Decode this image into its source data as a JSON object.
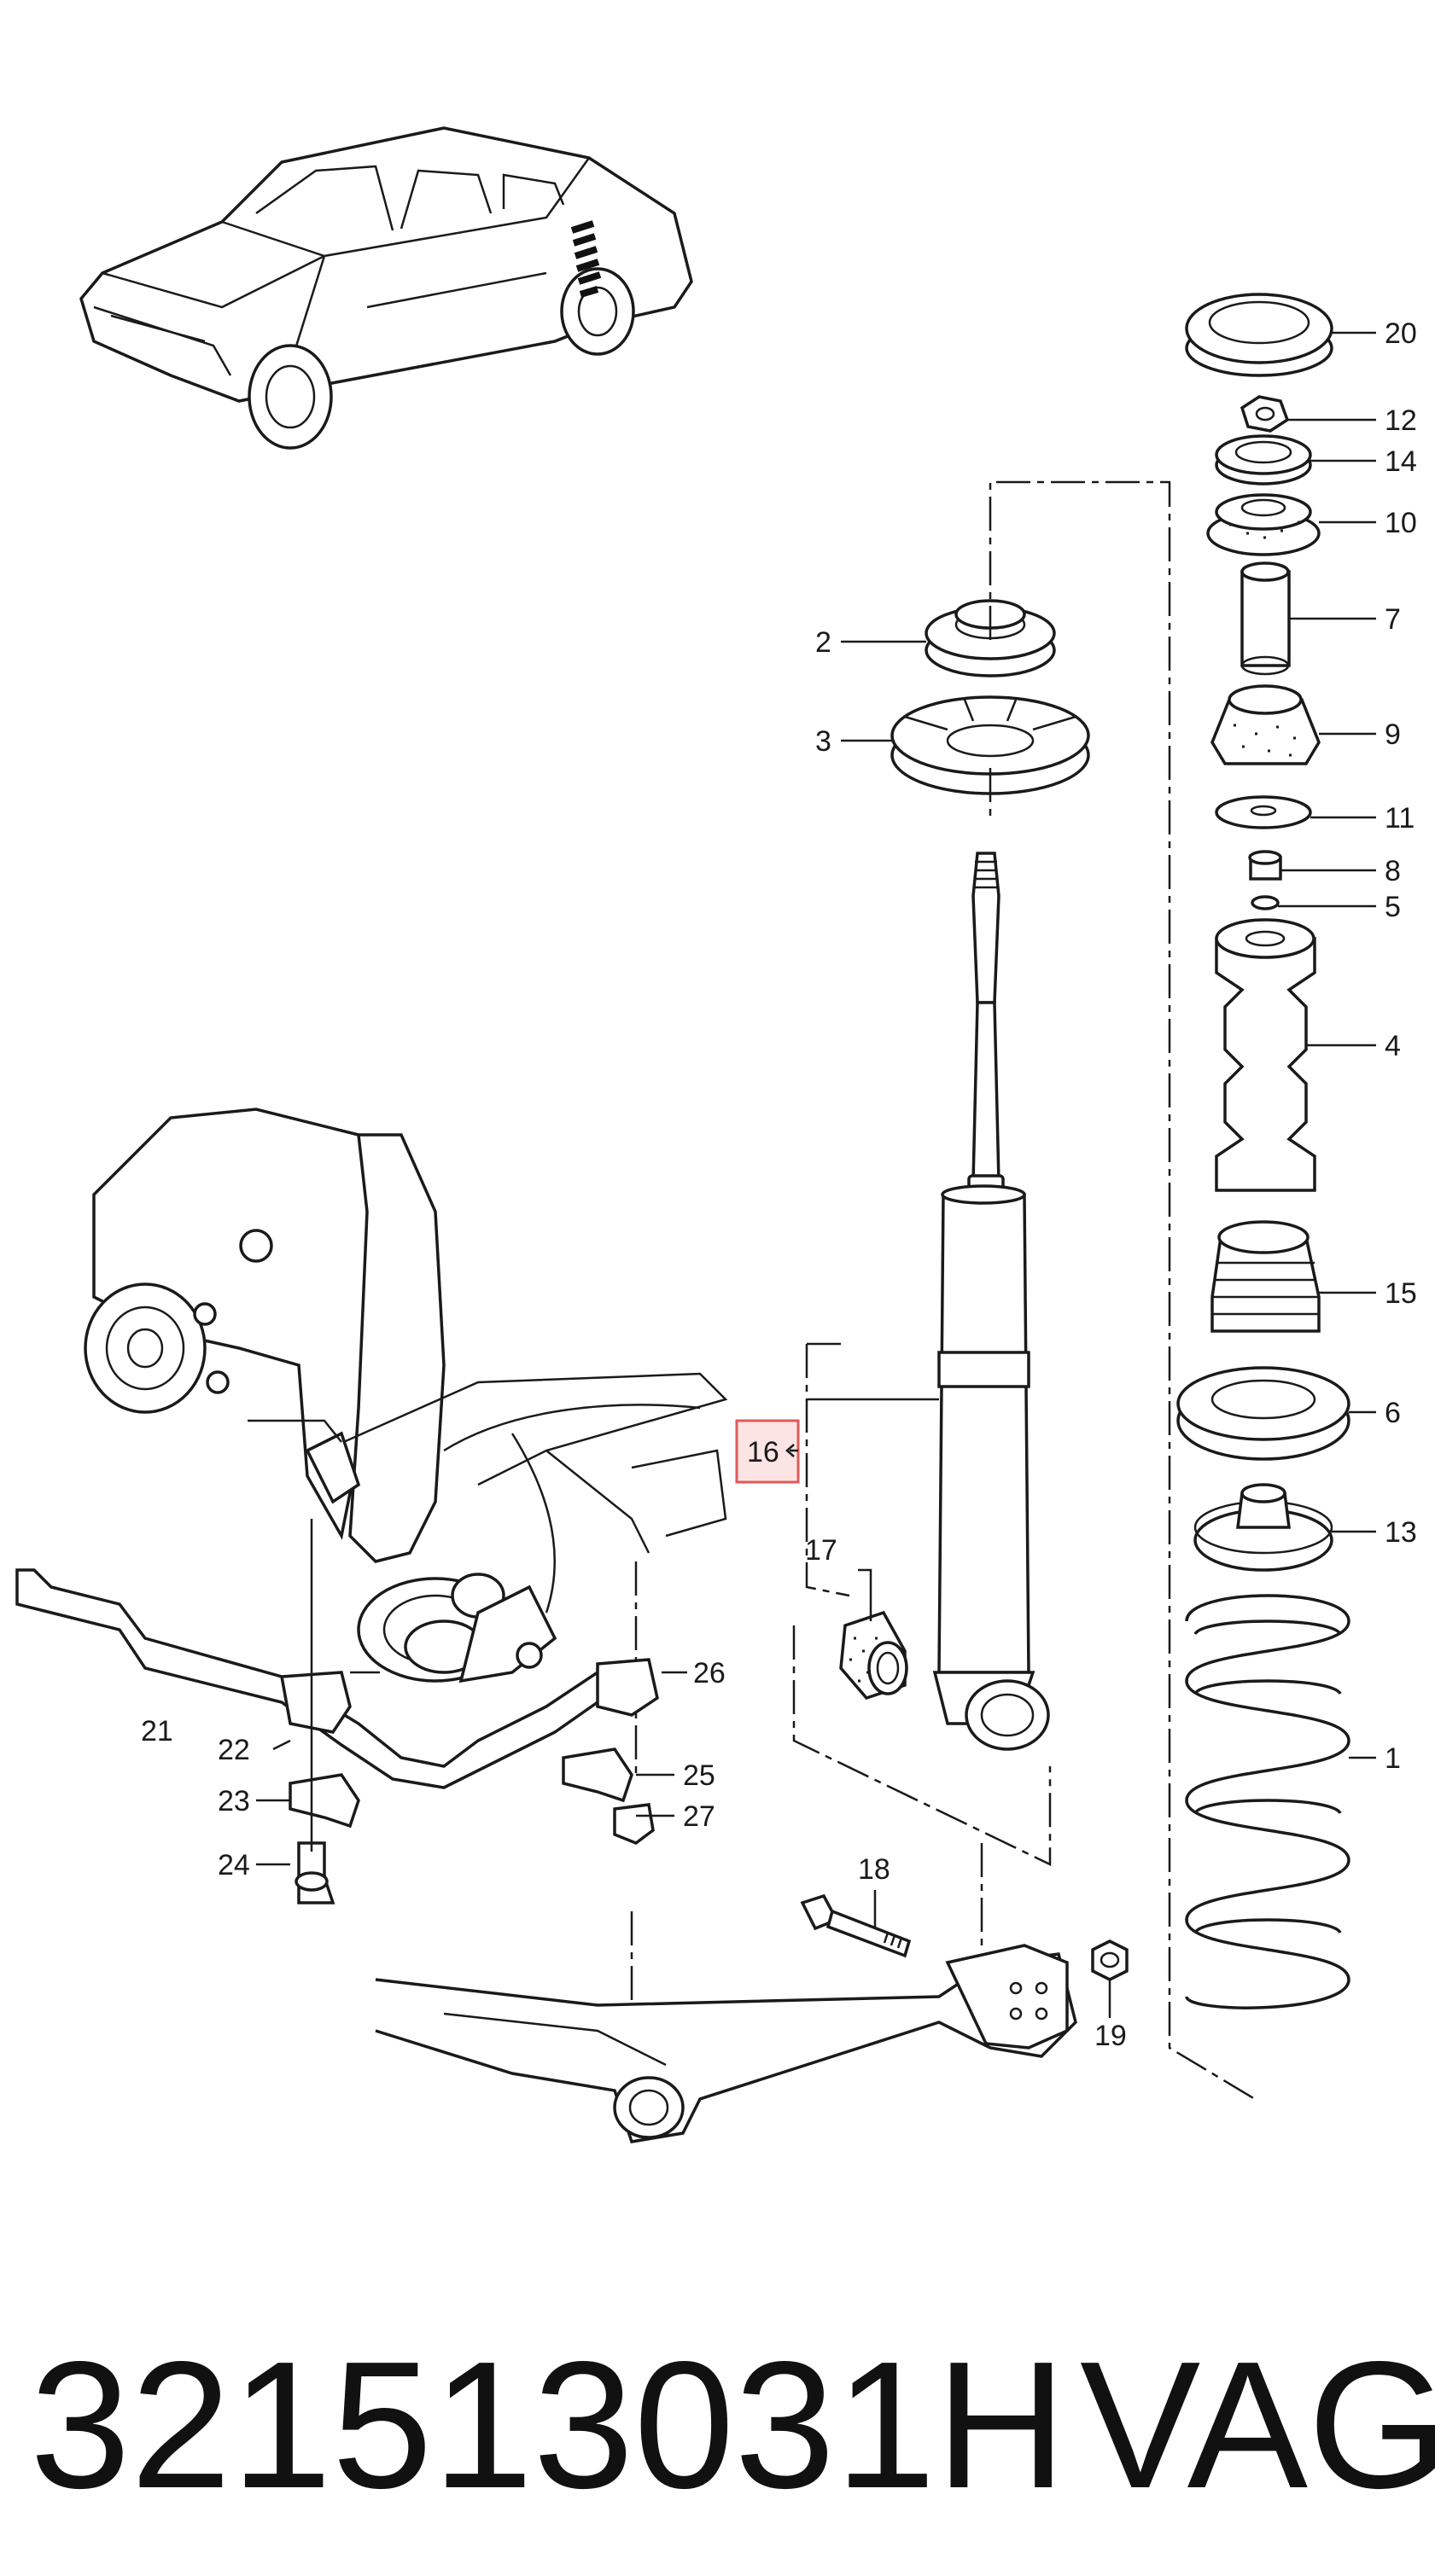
{
  "part_number": "321513031H",
  "brand": "VAG",
  "highlight_color": "#e05a5a",
  "part_labels": {
    "p1": "1",
    "p2": "2",
    "p3": "3",
    "p4": "4",
    "p5": "5",
    "p6": "6",
    "p7": "7",
    "p8": "8",
    "p9": "9",
    "p10": "10",
    "p11": "11",
    "p12": "12",
    "p13": "13",
    "p14": "14",
    "p15": "15",
    "p16": "16",
    "p17": "17",
    "p18": "18",
    "p19": "19",
    "p20": "20",
    "p21": "21",
    "p22": "22",
    "p23": "23",
    "p24": "24",
    "p25": "25",
    "p26": "26",
    "p27": "27"
  },
  "highlighted_part": "16"
}
